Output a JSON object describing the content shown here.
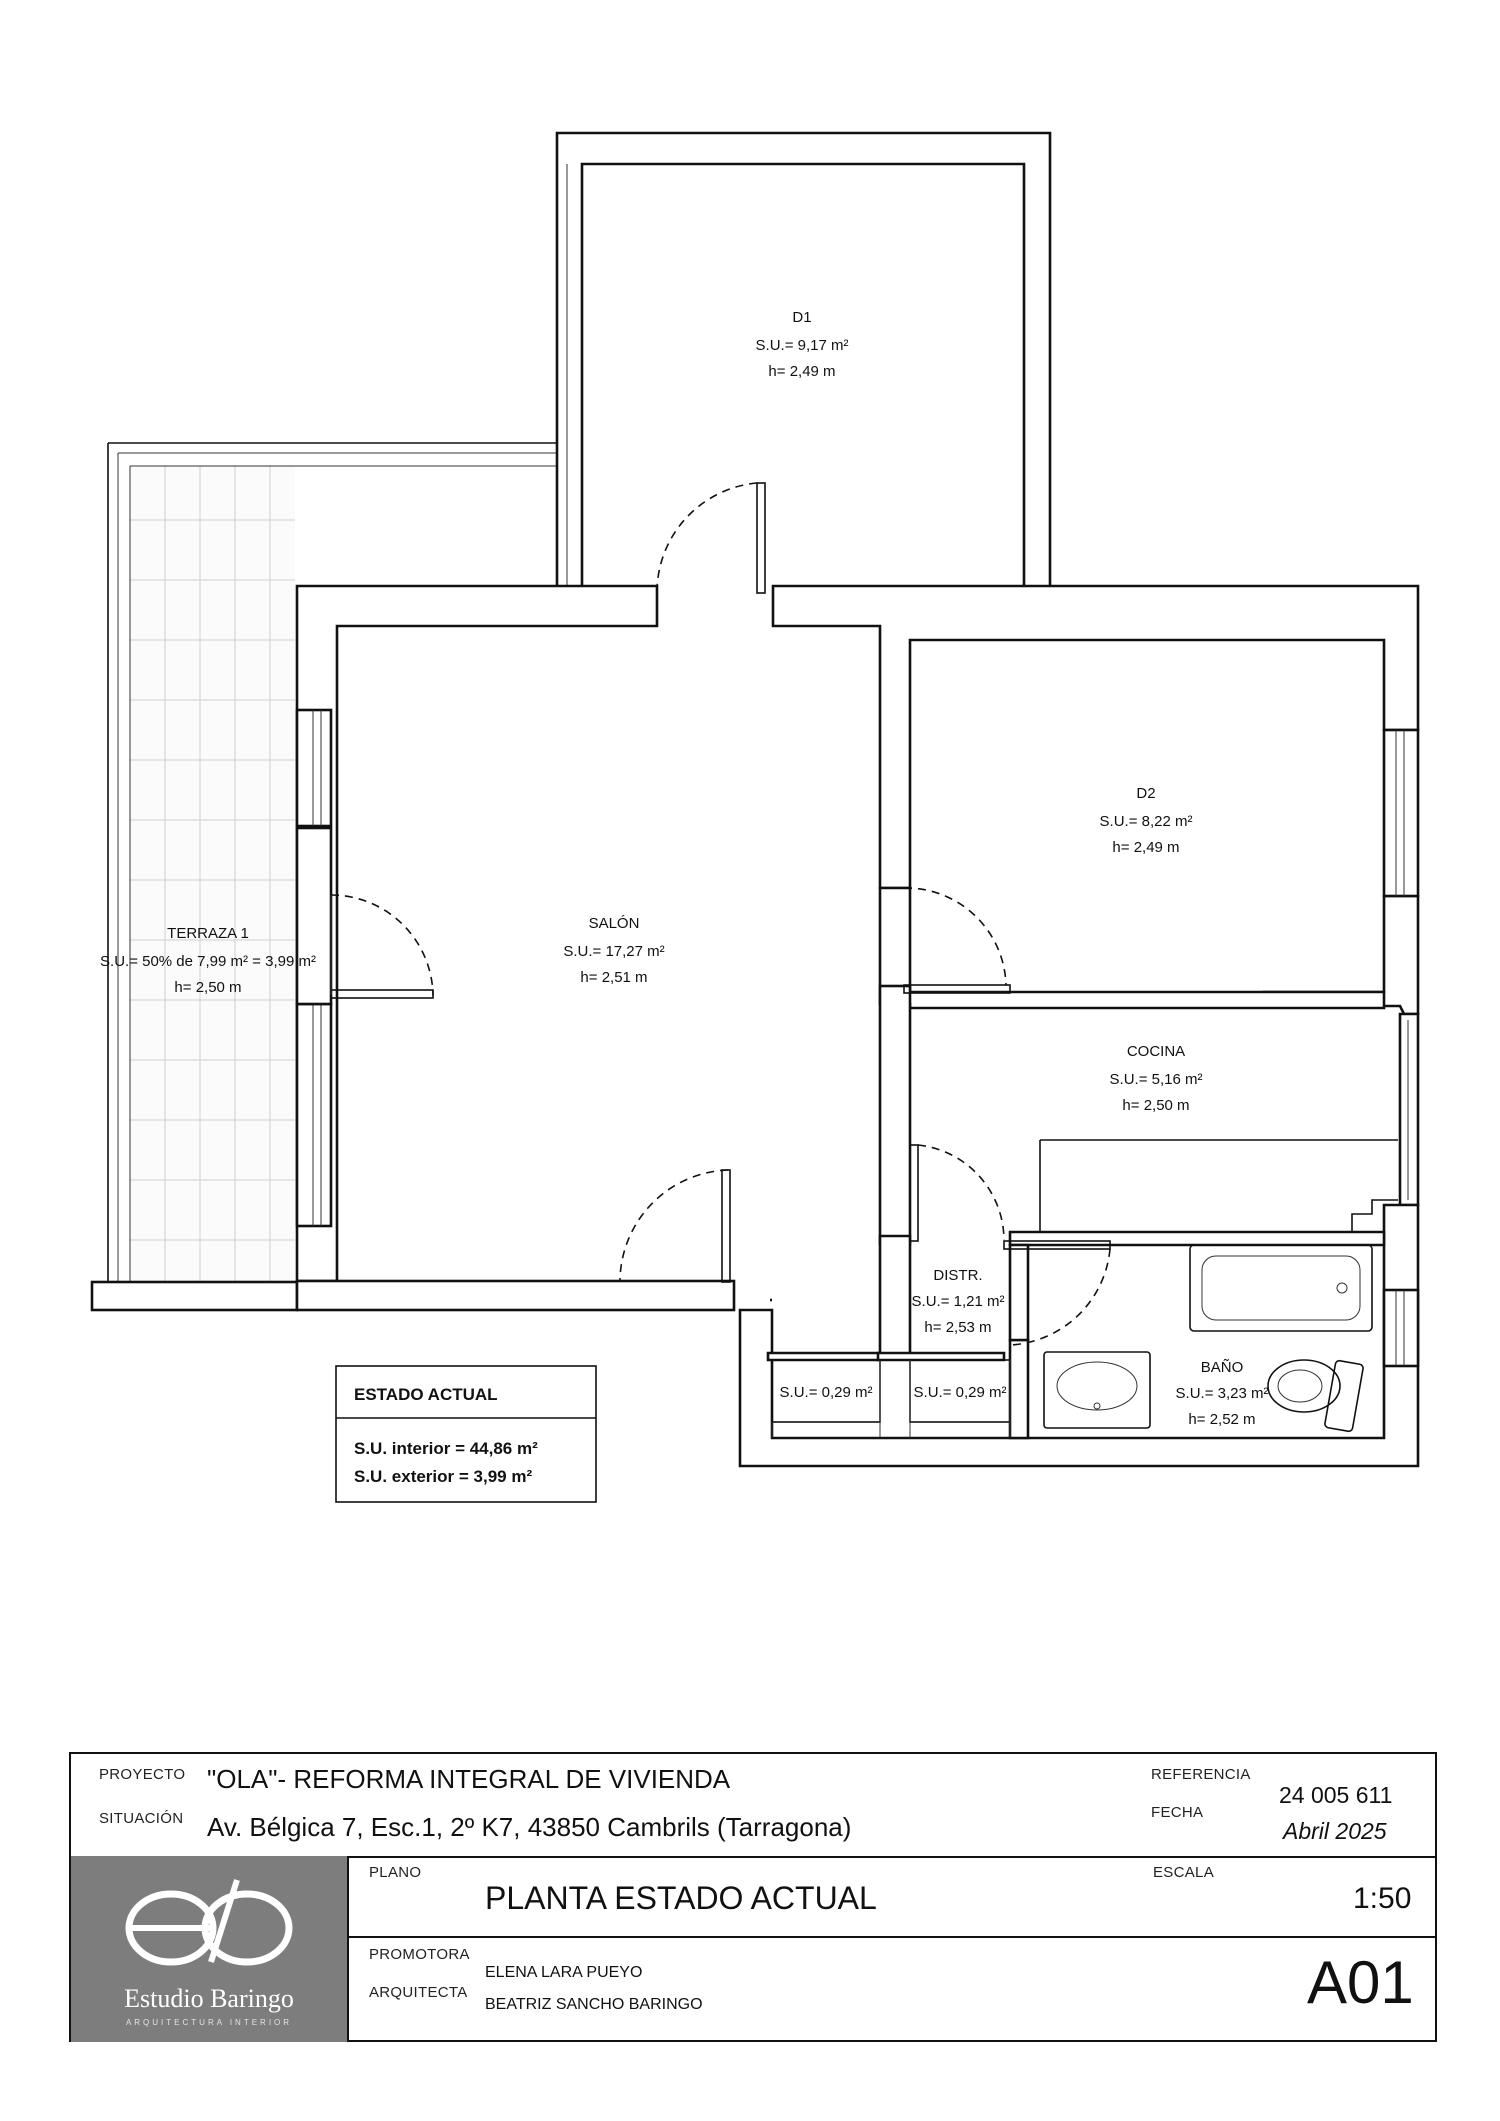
{
  "rooms": {
    "d1": {
      "name": "D1",
      "area": "S.U.= 9,17 m²",
      "height": "h= 2,49 m"
    },
    "d2": {
      "name": "D2",
      "area": "S.U.= 8,22 m²",
      "height": "h= 2,49 m"
    },
    "salon": {
      "name": "SALÓN",
      "area": "S.U.= 17,27 m²",
      "height": "h= 2,51 m"
    },
    "terraza": {
      "name": "TERRAZA 1",
      "area": "S.U.= 50% de 7,99 m² = 3,99 m²",
      "height": "h= 2,50 m"
    },
    "cocina": {
      "name": "COCINA",
      "area": "S.U.= 5,16 m²",
      "height": "h= 2,50 m"
    },
    "distr": {
      "name": "DISTR.",
      "area": "S.U.= 1,21 m²",
      "height": "h= 2,53 m"
    },
    "bano": {
      "name": "BAÑO",
      "area": "S.U.= 3,23 m²",
      "height": "h= 2,52 m"
    },
    "closet1": {
      "area": "S.U.= 0,29 m²"
    },
    "closet2": {
      "area": "S.U.= 0,29 m²"
    }
  },
  "summary": {
    "title": "ESTADO ACTUAL",
    "interior": "S.U. interior = 44,86 m²",
    "exterior": "S.U. exterior =  3,99 m²"
  },
  "titleblock": {
    "proyecto_label": "PROYECTO",
    "proyecto": "\"OLA\"- REFORMA INTEGRAL DE VIVIENDA",
    "situacion_label": "SITUACIÓN",
    "situacion": "Av. Bélgica 7, Esc.1, 2º K7, 43850 Cambrils (Tarragona)",
    "referencia_label": "REFERENCIA",
    "referencia": "24 005 611",
    "fecha_label": "FECHA",
    "fecha": "Abril 2025",
    "plano_label": "PLANO",
    "plano": "PLANTA ESTADO ACTUAL",
    "escala_label": "ESCALA",
    "escala": "1:50",
    "promotora_label": "PROMOTORA",
    "promotora": "ELENA LARA PUEYO",
    "arquitecta_label": "ARQUITECTA",
    "arquitecta": "BEATRIZ SANCHO BARINGO",
    "sheet": "A01",
    "logo_name": "Estudio Baringo",
    "logo_sub": "ARQUITECTURA INTERIOR"
  }
}
